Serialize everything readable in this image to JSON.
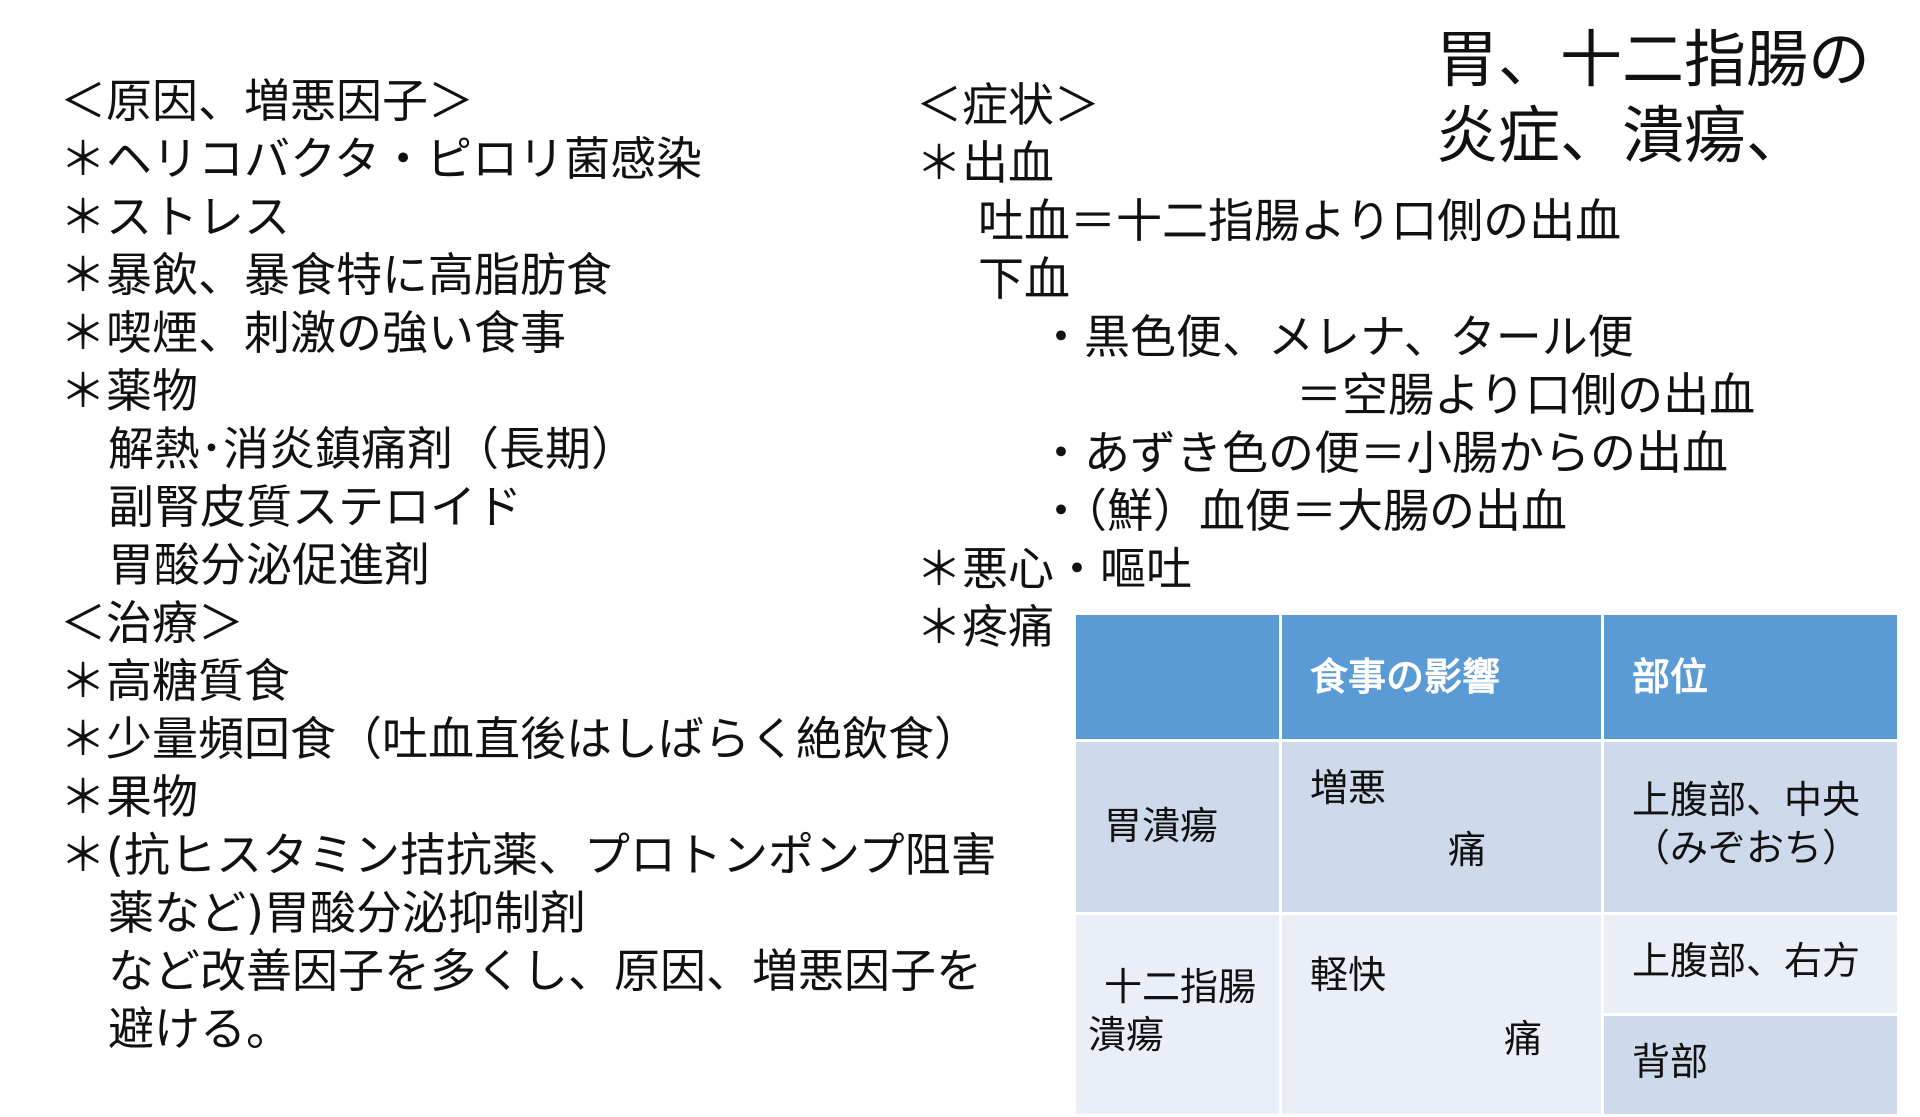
{
  "title": {
    "line1": "胃、十二指腸の",
    "line2": "炎症、潰瘍、"
  },
  "left_column": {
    "lines": [
      "＜原因、増悪因子＞",
      "＊ヘリコバクタ・ピロリ菌感染",
      "＊ストレス",
      "＊暴飲、暴食特に高脂肪食",
      "＊喫煙、刺激の強い食事",
      "＊薬物",
      "解熱･消炎鎮痛剤（長期）",
      "副腎皮質ステロイド",
      "胃酸分泌促進剤",
      "＜治療＞",
      "＊高糖質食",
      "＊少量頻回食（吐血直後はしばらく絶飲食）",
      "＊果物",
      "＊(抗ヒスタミン拮抗薬、プロトンポンプ阻害",
      "薬など)胃酸分泌抑制剤",
      "など改善因子を多くし、原因、増悪因子を",
      "避ける。"
    ]
  },
  "right_column": {
    "lines": [
      "＜症状＞",
      "＊出血",
      "吐血＝十二指腸より口側の出血",
      "下血",
      "・黒色便、メレナ、タール便",
      "＝空腸より口側の出血",
      "・あずき色の便＝小腸からの出血",
      "・（鮮）血便＝大腸の出血",
      "＊悪心・嘔吐",
      "＊疼痛"
    ]
  },
  "table": {
    "headers": [
      "",
      "食事の影響",
      "部位"
    ],
    "gastric": {
      "name": "胃潰瘍",
      "effect": "増悪",
      "pain": "痛",
      "site_line1": "上腹部、中央",
      "site_line2": "（みぞおち）"
    },
    "duodenal": {
      "name_line1": "十二指腸",
      "name_line2": "潰瘍",
      "effect": "軽快",
      "pain": "痛",
      "site": "上腹部、右方",
      "site2": "背部"
    }
  },
  "colors": {
    "header_bg": "#5b9bd5",
    "row_dark": "#cfd9ec",
    "row_light": "#e9eef7",
    "text": "#111111"
  }
}
